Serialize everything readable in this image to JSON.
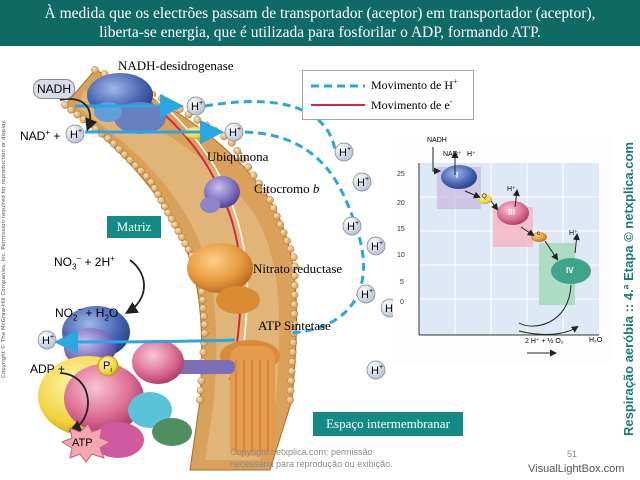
{
  "header": {
    "line1": "À medida que os electrões passam de transportador (aceptor) em transportador (aceptor),",
    "line2": "liberta-se energia, que é utilizada para fosforilar o ADP, formando ATP."
  },
  "labels": {
    "nadh_desidrogenase": "NADH-desidrogenase",
    "nadh": "NADH",
    "nad_plus": "NAD",
    "plus_h": "+",
    "h_plus": "H",
    "ubiquinona": "Ubiquinona",
    "citocromo": "Citocromo",
    "citocromo_b": "b",
    "matriz": "Matriz",
    "no3": "NO",
    "two_h": "+ 2H",
    "nitrato_reductase": "Nitrato reductase",
    "no2_h2o": "+ H",
    "no2": "NO",
    "h2o_o": "O",
    "atp_sintetase": "ATP Sintetase",
    "adp": "ADP",
    "pi": "P",
    "pi_sub": "i",
    "atp": "ATP",
    "espaco": "Espaço intermembranar",
    "sup_plus": "+",
    "sub_3": "3",
    "sub_2": "2",
    "sup_minus": "−"
  },
  "legend": {
    "h_movement": "Movimento de H",
    "e_movement": "Movimento de e",
    "h_sup": "+",
    "e_sup": "-"
  },
  "side_text": {
    "copyright_left": "Copyright © The McGraw-Hill Companies, Inc. Permission required for reproduction or display.",
    "vertical_right": "Respiração aeróbia :: 4.ª Etapa © netxplica.com"
  },
  "footer": {
    "watermark_line1": "Copyright netxplica.com: permissão",
    "watermark_line2": "necessária para reprodução ou exibição.",
    "page_number": "51",
    "visuallightbox": "VisualLightBox.com"
  },
  "inset": {
    "y_ticks": [
      "25",
      "20",
      "15",
      "10",
      "5",
      "0"
    ],
    "nadh": "NADH",
    "nad_plus": "NAD⁺",
    "h_plus": "H⁺",
    "complex_i": "I",
    "q": "Q",
    "complex_iii": "III",
    "c": "c",
    "complex_iv": "IV",
    "bottom_eq": "2 H⁺ + ½ O₂",
    "h2o": "H₂O"
  },
  "colors": {
    "banner": "#0f6a66",
    "teal_box": "#138a84",
    "h_arrow": "#2aa6e0",
    "e_path": "#d0284a"
  }
}
